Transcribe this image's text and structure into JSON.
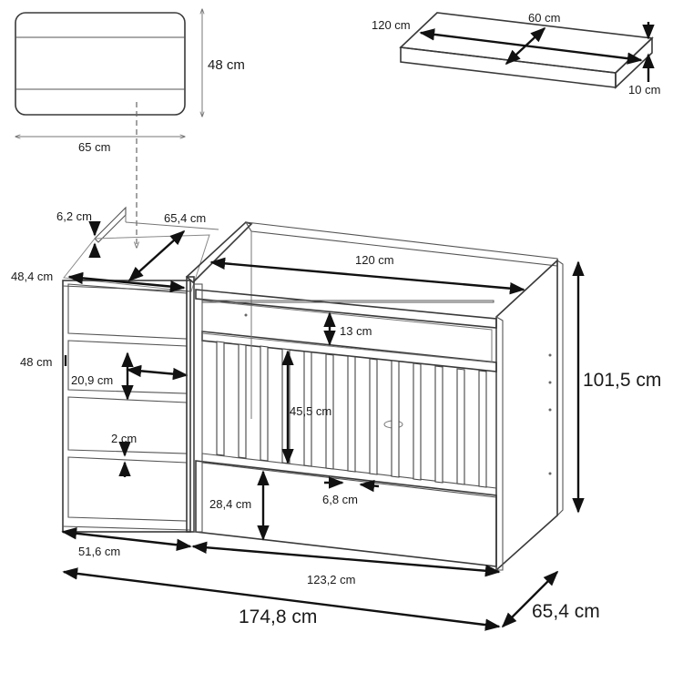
{
  "mattress": {
    "height": "48 cm",
    "width": "65 cm"
  },
  "shelf": {
    "length": "120 cm",
    "depth": "60 cm",
    "thickness": "10 cm"
  },
  "dresser": {
    "top_thickness": "6,2 cm",
    "top_depth": "65,4 cm",
    "top_width": "48,4 cm",
    "drawer_height": "48 cm",
    "drawer_depth": "20,9 cm",
    "drawer_gap": "2 cm",
    "width": "51,6 cm"
  },
  "crib": {
    "inner_length": "120 cm",
    "rail_height": "13 cm",
    "slat_height": "45,5 cm",
    "slat_gap": "6,8 cm",
    "drawer_height": "28,4 cm",
    "length": "123,2 cm",
    "height": "101,5 cm"
  },
  "overall": {
    "length": "174,8 cm",
    "depth": "65,4 cm"
  }
}
